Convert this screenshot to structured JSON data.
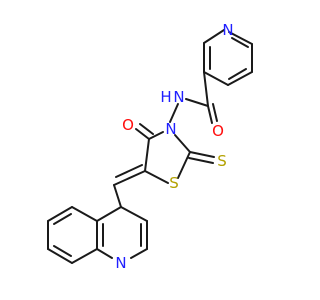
{
  "colors": {
    "background": "#ffffff",
    "bond": "#1a1a1a",
    "nitrogen": "#2020ff",
    "oxygen": "#ff0d0d",
    "sulfur": "#b3a100",
    "carbon": "#1a1a1a"
  },
  "labels": {
    "pyridine_n": "N",
    "amide_nh": "N",
    "amide_h": "H",
    "amide_o": "O",
    "ring_o": "O",
    "ring_n": "N",
    "ring_s": "S",
    "thione_s": "S",
    "quinoline_n": "N"
  }
}
